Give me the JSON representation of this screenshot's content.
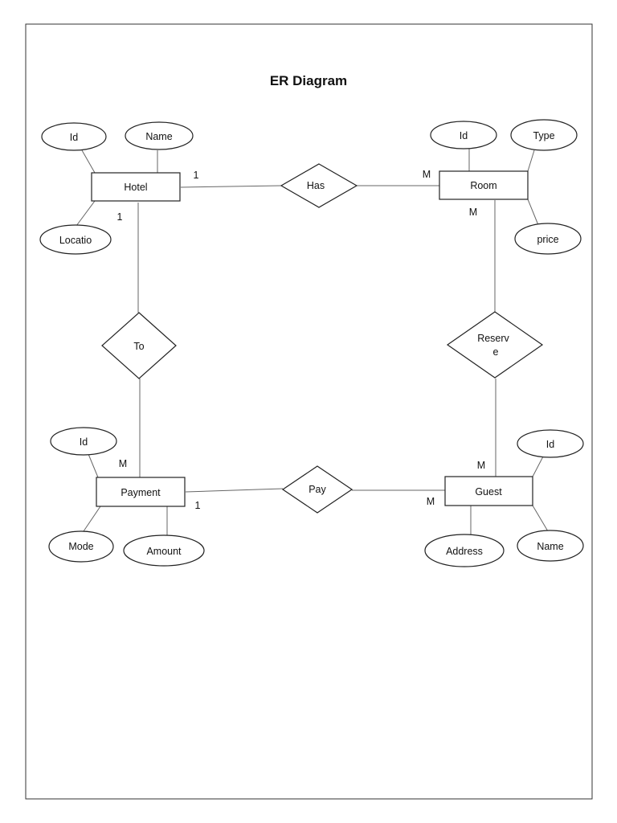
{
  "title": "ER Diagram",
  "entities": {
    "hotel": "Hotel",
    "room": "Room",
    "payment": "Payment",
    "guest": "Guest"
  },
  "relationships": {
    "has": "Has",
    "to": "To",
    "pay": "Pay",
    "reserve_line1": "Reserv",
    "reserve_line2": "e"
  },
  "attributes": {
    "hotel_id": "Id",
    "hotel_name": "Name",
    "hotel_location": "Locatio",
    "room_id": "Id",
    "room_type": "Type",
    "room_price": "price",
    "payment_id": "Id",
    "payment_mode": "Mode",
    "payment_amount": "Amount",
    "guest_id": "Id",
    "guest_address": "Address",
    "guest_name": "Name"
  },
  "cardinalities": {
    "hotel_has": "1",
    "hotel_to": "1",
    "room_has": "M",
    "room_reserve": "M",
    "payment_to": "M",
    "payment_pay": "1",
    "guest_reserve": "M",
    "guest_pay": "M"
  }
}
